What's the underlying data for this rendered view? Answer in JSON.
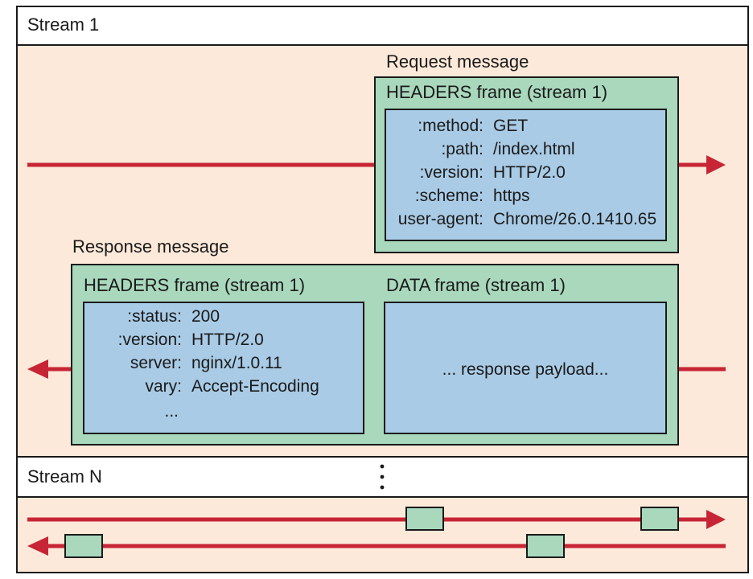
{
  "colors": {
    "panel": "#fde9d9",
    "frame": "#a9d8bd",
    "inner": "#a9cbe6",
    "arrow": "#c72535",
    "border": "#1a1a1a"
  },
  "stream1": {
    "label": "Stream 1",
    "request": {
      "title": "Request message",
      "frame_label": "HEADERS frame (stream 1)",
      "rows": [
        {
          "key": ":method:",
          "value": "GET"
        },
        {
          "key": ":path:",
          "value": "/index.html"
        },
        {
          "key": ":version:",
          "value": "HTTP/2.0"
        },
        {
          "key": ":scheme:",
          "value": "https"
        },
        {
          "key": "user-agent:",
          "value": "Chrome/26.0.1410.65"
        }
      ]
    },
    "response": {
      "title": "Response message",
      "headers_label": "HEADERS frame (stream 1)",
      "rows": [
        {
          "key": ":status:",
          "value": "200"
        },
        {
          "key": ":version:",
          "value": "HTTP/2.0"
        },
        {
          "key": "server:",
          "value": "nginx/1.0.11"
        },
        {
          "key": "vary:",
          "value": "Accept-Encoding"
        },
        {
          "key": "...",
          "value": ""
        }
      ],
      "data_label": "DATA frame (stream 1)",
      "payload": "... response payload..."
    }
  },
  "streamN": {
    "label": "Stream N",
    "ellipsis": "⋮"
  }
}
